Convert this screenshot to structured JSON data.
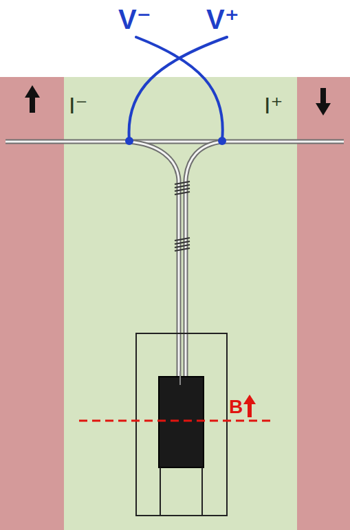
{
  "diagram": {
    "labels": [
      "V⁻",
      "V⁺",
      "I⁻",
      "I⁺",
      "B"
    ]
  }
}
